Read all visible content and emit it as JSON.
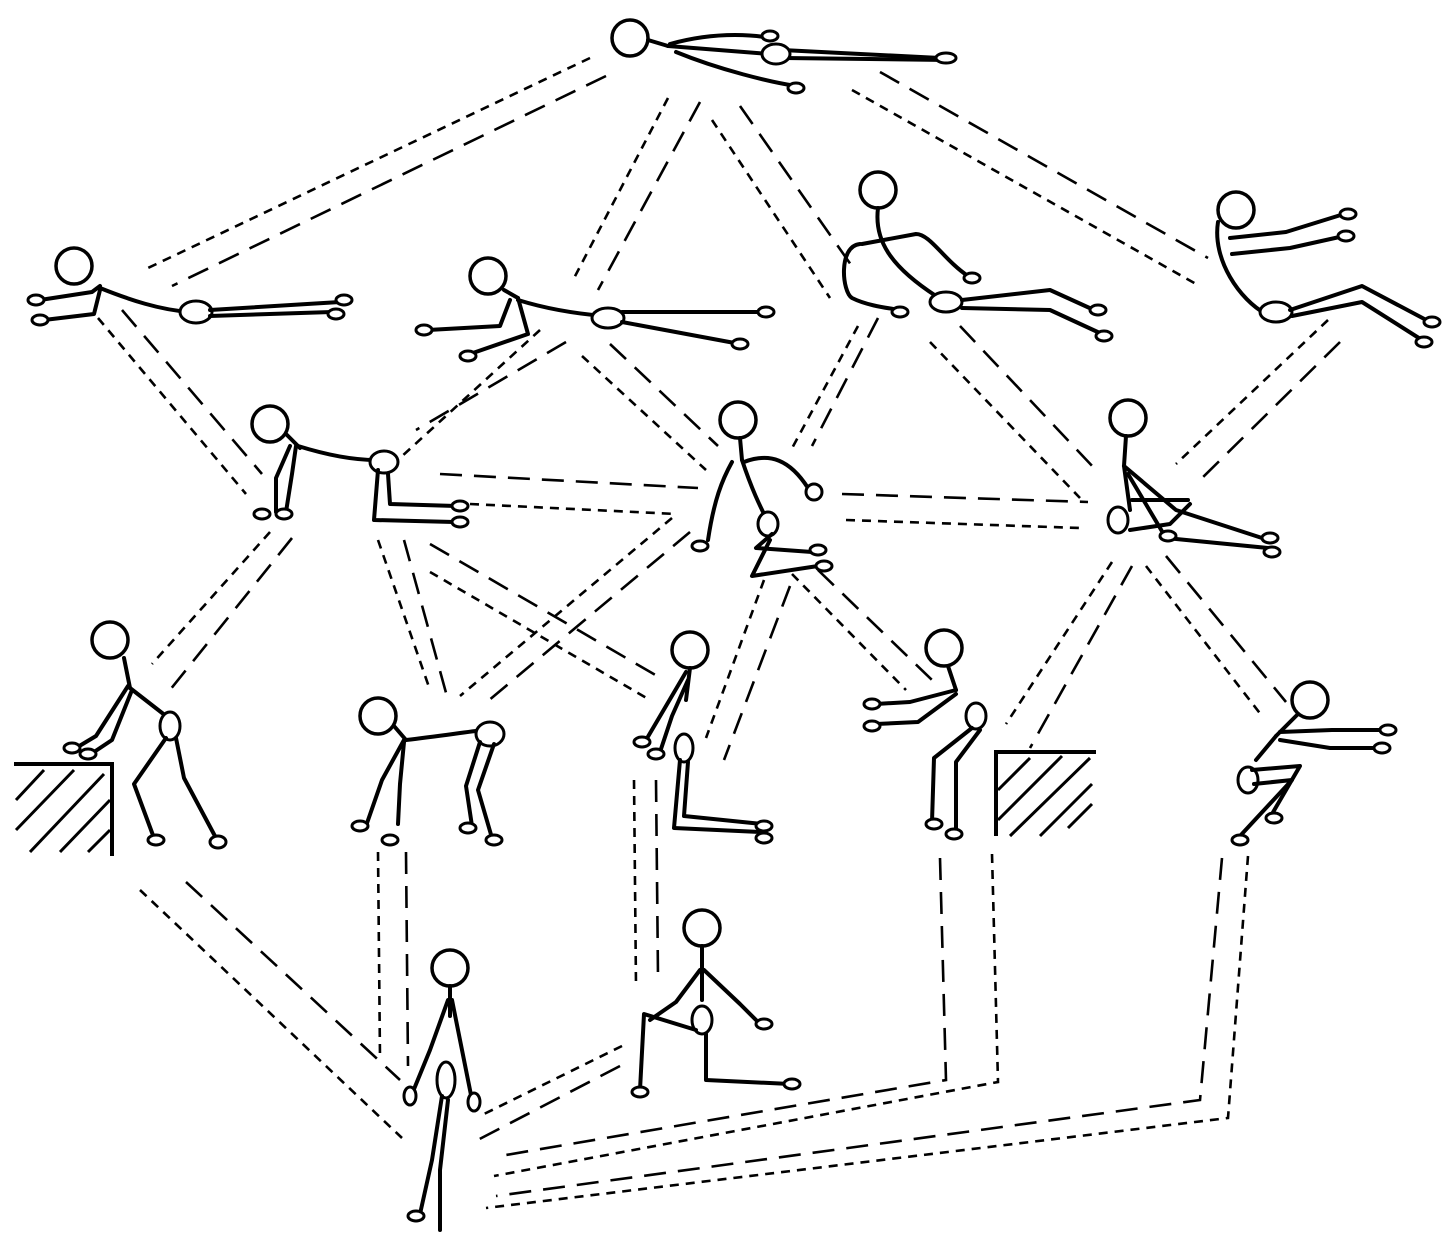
{
  "diagram": {
    "type": "posture-transition-network",
    "line_color": "#000000",
    "background": "#ffffff",
    "postures": [
      {
        "id": "supine",
        "name": "lying-supine-figure"
      },
      {
        "id": "prone-arms-forward",
        "name": "lying-prone-arms-forward-figure"
      },
      {
        "id": "prone-on-elbows",
        "name": "lying-prone-on-elbows-figure"
      },
      {
        "id": "sit-leaning-back",
        "name": "sitting-leaning-back-figure"
      },
      {
        "id": "sit-arms-forward",
        "name": "sitting-arms-forward-figure"
      },
      {
        "id": "hands-and-knees",
        "name": "hands-and-knees-figure"
      },
      {
        "id": "sit-knees-up",
        "name": "sitting-knees-up-figure"
      },
      {
        "id": "sit-hugging-knees",
        "name": "sitting-hugging-knees-figure"
      },
      {
        "id": "lean-on-support",
        "name": "leaning-on-support-figure"
      },
      {
        "id": "bent-hands-on-knees",
        "name": "bent-over-hands-on-knees-figure"
      },
      {
        "id": "kneeling",
        "name": "kneeling-upright-figure"
      },
      {
        "id": "squat-arms-forward",
        "name": "squat-arms-forward-figure"
      },
      {
        "id": "squat-deep",
        "name": "deep-squat-figure"
      },
      {
        "id": "half-kneel",
        "name": "half-kneeling-figure"
      },
      {
        "id": "standing",
        "name": "standing-figure"
      }
    ]
  }
}
